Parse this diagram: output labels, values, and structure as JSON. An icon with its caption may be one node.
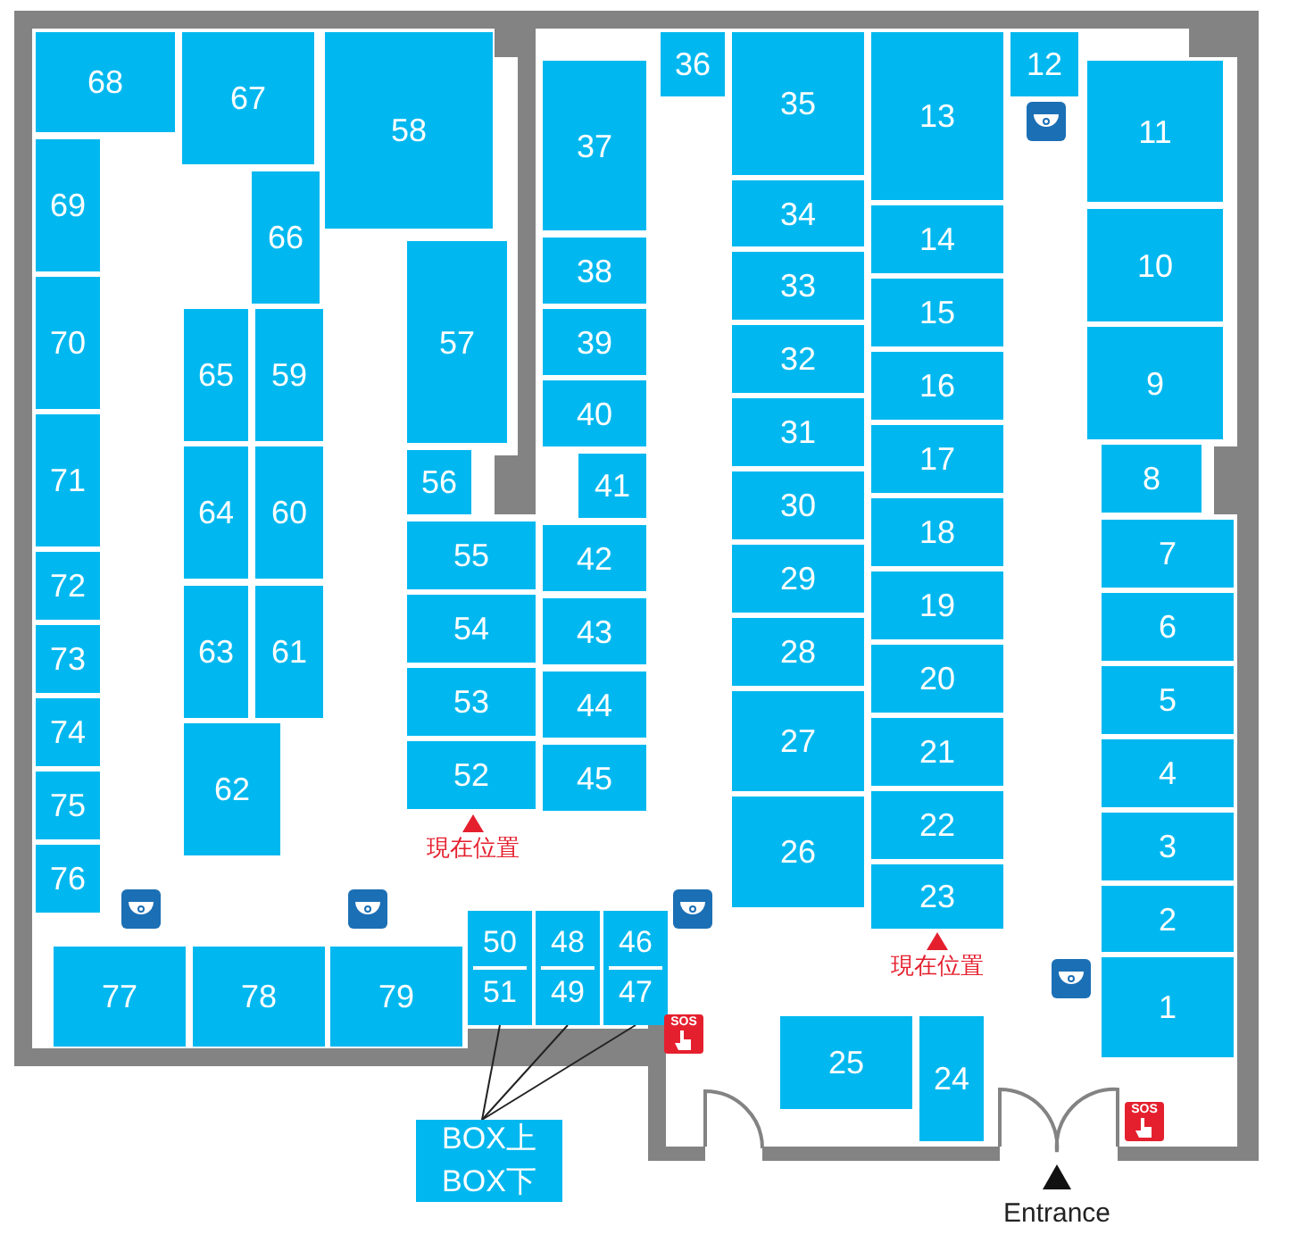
{
  "diagram": {
    "nodes": [
      {
        "text": [
          "1"
        ]
      },
      {
        "text": [
          "2"
        ]
      },
      {
        "text": [
          "3"
        ]
      },
      {
        "text": [
          "4"
        ]
      },
      {
        "text": [
          "5"
        ]
      },
      {
        "text": [
          "6"
        ]
      },
      {
        "text": [
          "7"
        ]
      },
      {
        "text": [
          "8"
        ]
      },
      {
        "text": [
          "9"
        ]
      },
      {
        "text": [
          "10"
        ]
      },
      {
        "text": [
          "11"
        ]
      },
      {
        "text": [
          "12"
        ]
      },
      {
        "text": [
          "13"
        ]
      },
      {
        "text": [
          "14"
        ]
      },
      {
        "text": [
          "15"
        ]
      },
      {
        "text": [
          "16"
        ]
      },
      {
        "text": [
          "17"
        ]
      },
      {
        "text": [
          "18"
        ]
      },
      {
        "text": [
          "19"
        ]
      },
      {
        "text": [
          "20"
        ]
      },
      {
        "text": [
          "21"
        ]
      },
      {
        "text": [
          "22"
        ]
      },
      {
        "text": [
          "23"
        ]
      },
      {
        "text": [
          "24"
        ]
      },
      {
        "text": [
          "25"
        ]
      },
      {
        "text": [
          "26"
        ]
      },
      {
        "text": [
          "27"
        ]
      },
      {
        "text": [
          "28"
        ]
      },
      {
        "text": [
          "29"
        ]
      },
      {
        "text": [
          "30"
        ]
      },
      {
        "text": [
          "31"
        ]
      },
      {
        "text": [
          "32"
        ]
      },
      {
        "text": [
          "33"
        ]
      },
      {
        "text": [
          "34"
        ]
      },
      {
        "text": [
          "35"
        ]
      },
      {
        "text": [
          "36"
        ]
      },
      {
        "text": [
          "37"
        ]
      },
      {
        "text": [
          "38"
        ]
      },
      {
        "text": [
          "39"
        ]
      },
      {
        "text": [
          "40"
        ]
      },
      {
        "text": [
          "41"
        ]
      },
      {
        "text": [
          "42"
        ]
      },
      {
        "text": [
          "43"
        ]
      },
      {
        "text": [
          "44"
        ]
      },
      {
        "text": [
          "45"
        ]
      },
      {
        "text": [
          "46",
          "47"
        ]
      },
      {
        "text": [
          "48",
          "49"
        ]
      },
      {
        "text": [
          "50",
          "51"
        ]
      },
      {
        "text": [
          "52"
        ]
      },
      {
        "text": [
          "53"
        ]
      },
      {
        "text": [
          "54"
        ]
      },
      {
        "text": [
          "55"
        ]
      },
      {
        "text": [
          "56"
        ]
      },
      {
        "text": [
          "57"
        ]
      },
      {
        "text": [
          "58"
        ]
      },
      {
        "text": [
          "59"
        ]
      },
      {
        "text": [
          "60"
        ]
      },
      {
        "text": [
          "61"
        ]
      },
      {
        "text": [
          "62"
        ]
      },
      {
        "text": [
          "63"
        ]
      },
      {
        "text": [
          "64"
        ]
      },
      {
        "text": [
          "65"
        ]
      },
      {
        "text": [
          "66"
        ]
      },
      {
        "text": [
          "67"
        ]
      },
      {
        "text": [
          "68"
        ]
      },
      {
        "text": [
          "69"
        ]
      },
      {
        "text": [
          "70"
        ]
      },
      {
        "text": [
          "71"
        ]
      },
      {
        "text": [
          "72"
        ]
      },
      {
        "text": [
          "73"
        ]
      },
      {
        "text": [
          "74"
        ]
      },
      {
        "text": [
          "75"
        ]
      },
      {
        "text": [
          "76"
        ]
      },
      {
        "text": [
          "77"
        ]
      },
      {
        "text": [
          "78"
        ]
      },
      {
        "text": [
          "79"
        ]
      },
      {
        "text": [
          "BOX上",
          "BOX下"
        ]
      }
    ],
    "edges": [
      {
        "from": 76,
        "to": 47,
        "arrow": "none"
      },
      {
        "from": 76,
        "to": 46,
        "arrow": "none"
      },
      {
        "from": 76,
        "to": 45,
        "arrow": "none"
      }
    ],
    "labels": [
      "現在位置",
      "現在位置",
      "SOS",
      "SOS",
      "Entrance"
    ]
  }
}
